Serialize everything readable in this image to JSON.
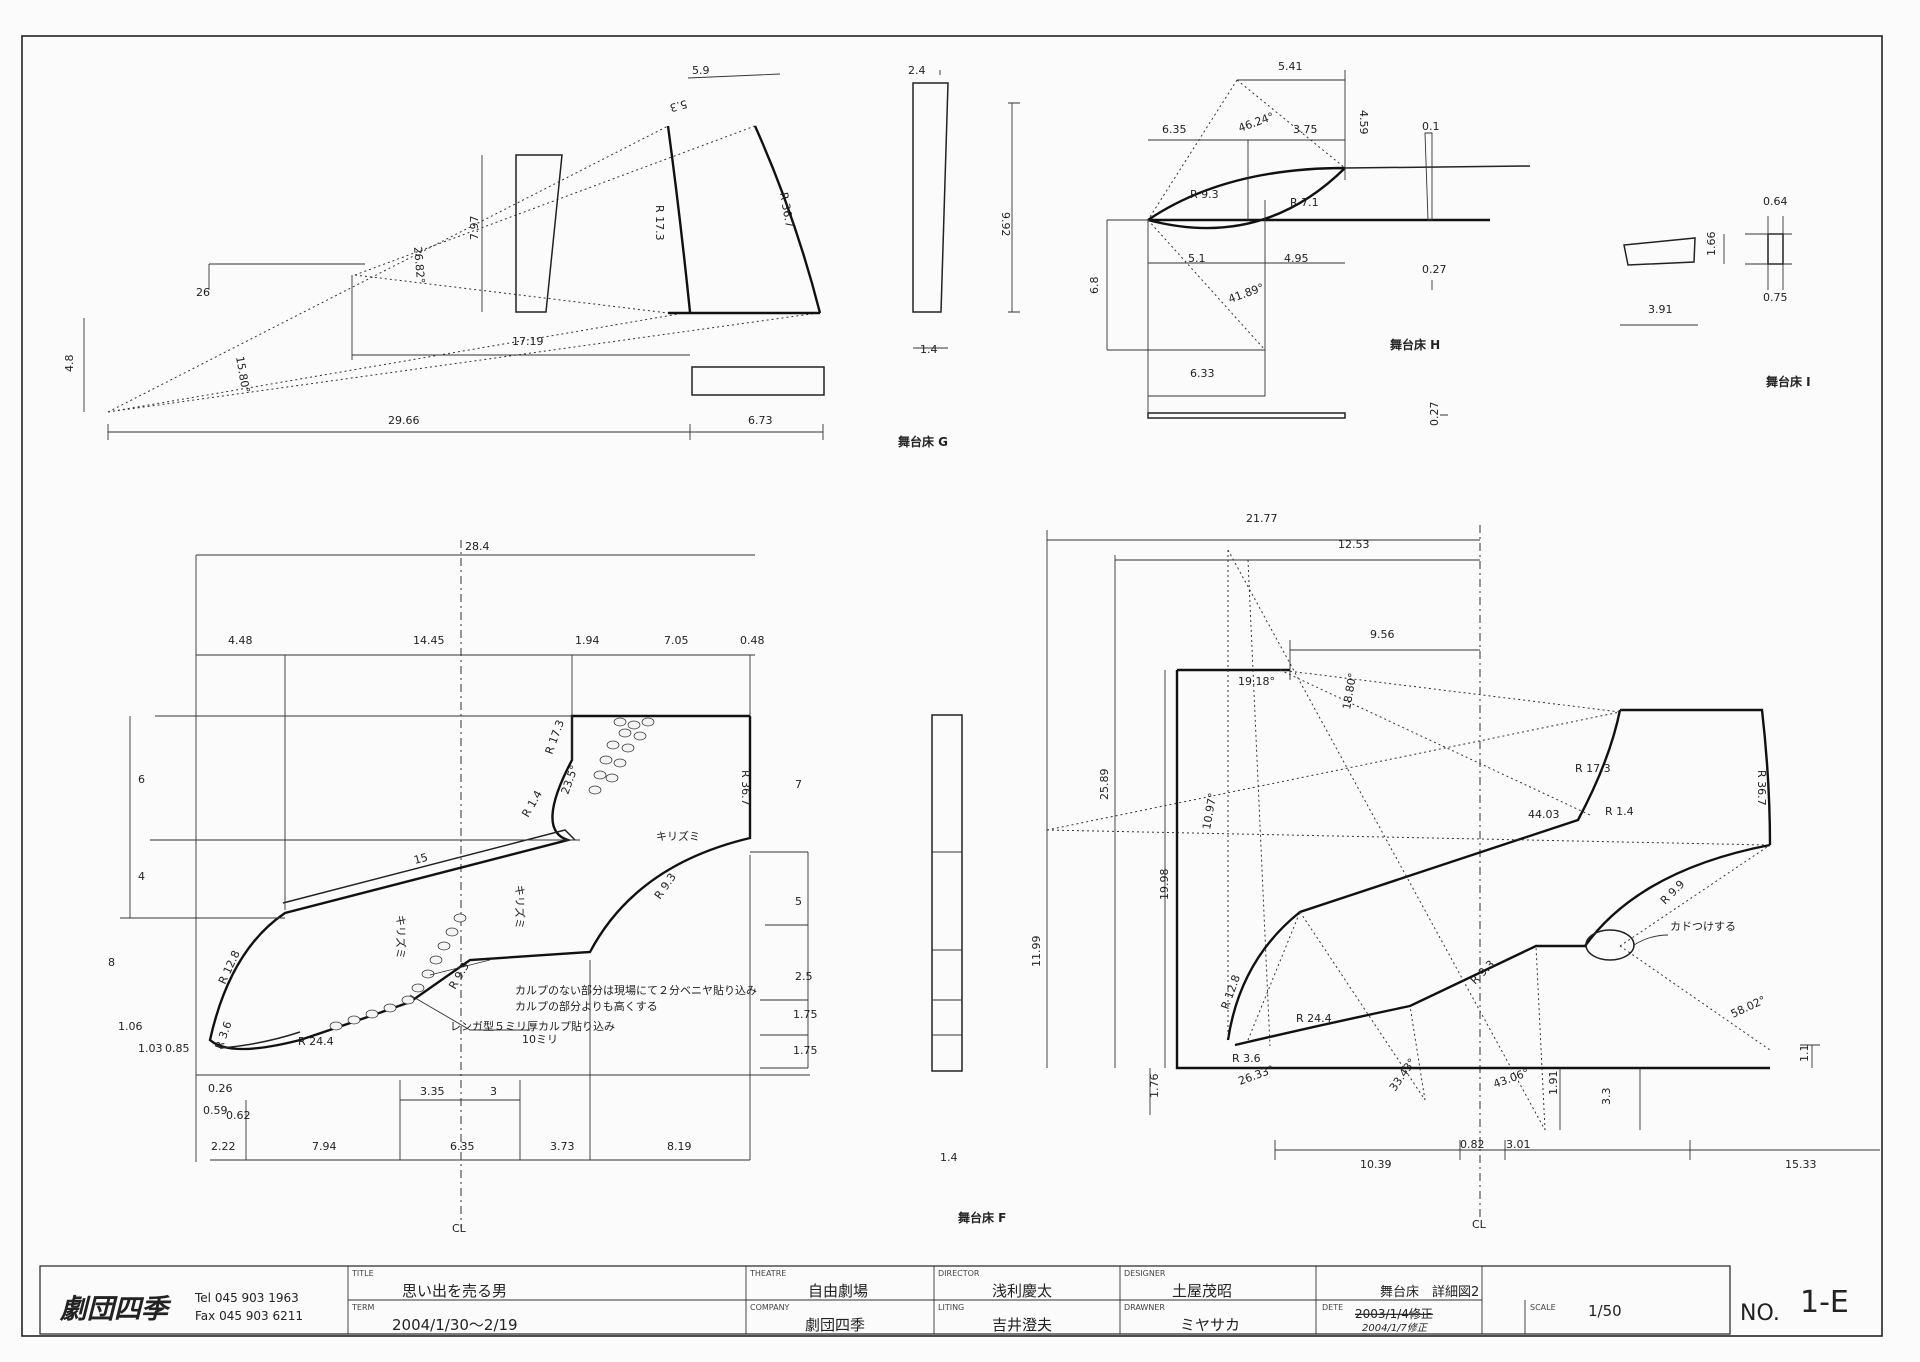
{
  "drawing": {
    "views": {
      "g": {
        "label": "舞台床 G",
        "dims": [
          "29.66",
          "6.73",
          "17.19",
          "4.8",
          "15.80°",
          "26.82°",
          "7.97",
          "R 17.3",
          "R 36.7",
          "9.92",
          "2.4",
          "1.4",
          "5.3",
          "5.9",
          "26"
        ]
      },
      "h": {
        "label": "舞台床 H",
        "dims": [
          "5.41",
          "46.24°",
          "6.35",
          "3.75",
          "4.59",
          "0.1",
          "R 9.3",
          "R 7.1",
          "5.1",
          "4.95",
          "6.8",
          "41.89°",
          "6.33",
          "0.27",
          "0.27"
        ]
      },
      "i": {
        "label": "舞台床 I",
        "dims": [
          "0.64",
          "1.66",
          "0.75",
          "3.91"
        ]
      },
      "f": {
        "label": "舞台床 F",
        "dims": [
          "28.4",
          "4.48",
          "14.45",
          "1.94",
          "7.05",
          "0.48",
          "6",
          "4",
          "8",
          "15",
          "R 17.3",
          "R 1.4",
          "R 36.7",
          "7",
          "5",
          "2.5",
          "1.75",
          "1.75",
          "R 9.3",
          "R 12.8",
          "R 24.4",
          "R 3.6",
          "R 9.3",
          "1.06",
          "1.03",
          "0.85",
          "0.26",
          "0.59",
          "0.62",
          "2.22",
          "7.94",
          "6.35",
          "3.73",
          "8.19",
          "3.35",
          "3",
          "1.4",
          "キリズミ",
          "キリズミ",
          "キリズミ",
          "23.5°"
        ],
        "notes": [
          "カルプのない部分は現場にて２分ベニヤ貼り込み",
          "カルプの部分よりも高くする",
          "レンガ型５ミリ厚カルプ貼り込み",
          "10ミリ"
        ]
      },
      "r": {
        "dims": [
          "21.77",
          "12.53",
          "9.56",
          "19.18°",
          "18.80°",
          "25.89",
          "10.97°",
          "19.98",
          "11.99",
          "R 17.3",
          "R 1.4",
          "44.03",
          "R 36.7",
          "R 9.9",
          "R 9.3",
          "R 12.8",
          "R 24.4",
          "R 3.6",
          "26.33°",
          "33.43°",
          "43.06°",
          "58.02°",
          "1.76",
          "1.91",
          "3.3",
          "1.1",
          "10.39",
          "0.82",
          "3.01",
          "15.33"
        ],
        "note": "カドつけする"
      }
    },
    "cl_label": "CL"
  },
  "title_block": {
    "company_logo": "劇団四季",
    "tel": "Tel  045 903 1963",
    "fax": "Fax 045 903 6211",
    "title_caption": "TITLE",
    "title": "思い出を売る男",
    "term_caption": "TERM",
    "term": "2004/1/30〜2/19",
    "theatre_caption": "THEATRE",
    "theatre": "自由劇場",
    "company_caption": "COMPANY",
    "company": "劇団四季",
    "director_caption": "DIRECTOR",
    "director": "浅利慶太",
    "lighting_caption": "LITING",
    "lighting": "吉井澄夫",
    "designer_caption": "DESIGNER",
    "designer": "土屋茂昭",
    "drawner_caption": "DRAWNER",
    "drawner": "ミヤサカ",
    "sheet_title": "舞台床　詳細図2",
    "date_caption": "DETE",
    "date_struck": "2003/1/4修正",
    "date_revised": "2004/1/7修正",
    "scale_caption": "SCALE",
    "scale": "1/50",
    "no_caption": "NO.",
    "no": "1-E"
  }
}
